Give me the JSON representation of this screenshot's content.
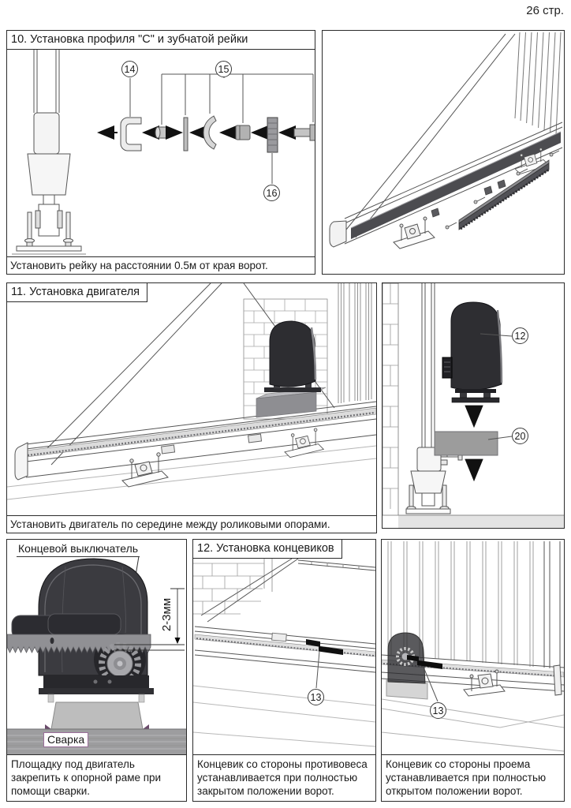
{
  "page": {
    "number_label": "26 стр."
  },
  "step10": {
    "title": "10. Установка профиля \"С\" и зубчатой рейки",
    "caption": "Установить рейку на расстоянии 0.5м от края ворот.",
    "callouts": {
      "c14": "14",
      "c15": "15",
      "c16": "16"
    }
  },
  "step11": {
    "title": "11. Установка двигателя",
    "caption": "Установить двигатель по середине между роликовыми опорами.",
    "callouts": {
      "c12": "12",
      "c20": "20"
    }
  },
  "motor_mount": {
    "limit_switch_label": "Концевой выключатель",
    "gap_label": "2-3мм",
    "weld_label": "Сварка",
    "caption": "Площадку под двигатель закрепить к опорной раме при помощи сварки."
  },
  "step12": {
    "title": "12. Установка концевиков",
    "callouts": {
      "c13": "13"
    },
    "caption_left": "Концевик со стороны противовеса устанавливается при полностью закрытом положении ворот.",
    "caption_right": "Концевик со стороны проема устанавливается при полностью открытом положении ворот."
  },
  "colors": {
    "line": "#2b2b2b",
    "motor_dark": "#35353a",
    "rack_gray": "#8f8f94",
    "plate_gray": "#9c9c9c",
    "weld_accent": "#9b6f9b"
  }
}
